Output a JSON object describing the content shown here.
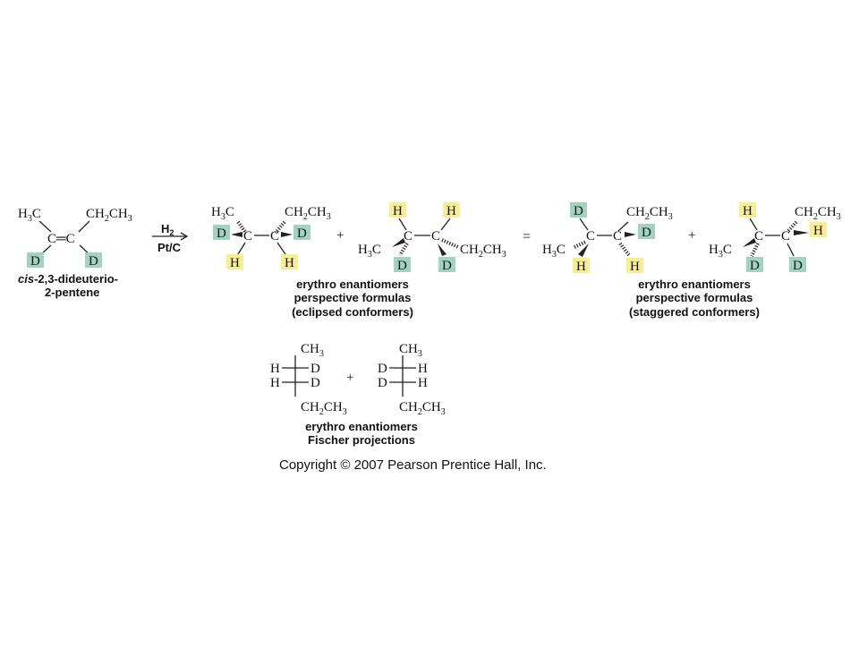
{
  "colors": {
    "bond": "#222222",
    "d_box": "#9fd4c1",
    "h_box": "#f6ee8f",
    "green": "#2ea84a",
    "red": "#e0174a",
    "blue": "#1f6fb0",
    "black": "#111111"
  },
  "reactant": {
    "name_italic": "cis",
    "name_rest": "-2,3-dideuterio-",
    "name_line2": "2-pentene"
  },
  "reagent": {
    "top": "H",
    "top_sub": "2",
    "bottom": "Pt/C"
  },
  "atoms": {
    "H": "H",
    "D": "D",
    "C": "C",
    "double_bond": "C═C"
  },
  "groups": {
    "methyl_left": {
      "main": "H",
      "sub": "3",
      "tail": "C"
    },
    "methyl_right": {
      "main": "CH",
      "sub": "3"
    },
    "ethyl": {
      "p1": "CH",
      "s1": "2",
      "p2": "CH",
      "s2": "3"
    }
  },
  "operators": {
    "plus": "+",
    "equals": "="
  },
  "captions": {
    "erythro": "erythro enantiomers",
    "perspective": "perspective formulas",
    "eclipsed": "(eclipsed conformers)",
    "staggered": "(staggered conformers)",
    "fischer": "Fischer projections"
  },
  "copyright": "Copyright © 2007 Pearson Prentice Hall, Inc."
}
